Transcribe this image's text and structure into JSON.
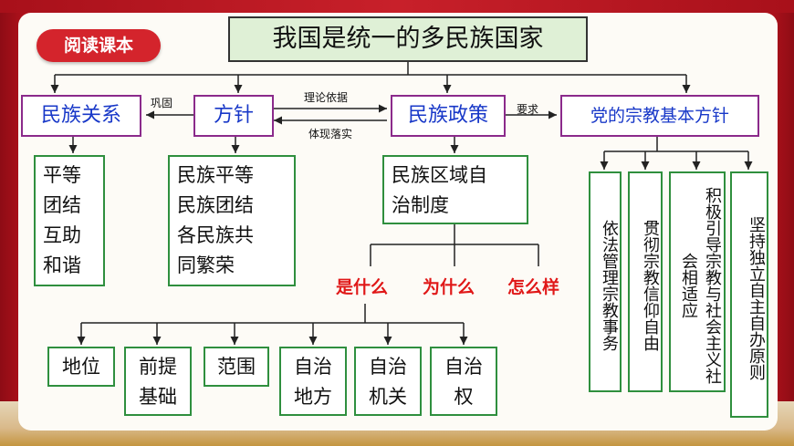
{
  "badge": "阅读课本",
  "title": "我国是统一的多民族国家",
  "heads": {
    "relation": "民族关系",
    "principle": "方针",
    "policy": "民族政策",
    "religion": "党的宗教基本方针"
  },
  "labels": {
    "consolidate": "巩固",
    "theory": "理论依据",
    "embody": "体现落实",
    "require": "要求"
  },
  "relation_items": [
    "平等",
    "团结",
    "互助",
    "和谐"
  ],
  "principle_items": [
    "民族平等",
    "民族团结",
    "各民族共",
    "同繁荣"
  ],
  "policy_items": [
    "民族区域自",
    "治制度"
  ],
  "questions": [
    "是什么",
    "为什么",
    "怎么样"
  ],
  "bottom_boxes": [
    [
      "地位"
    ],
    [
      "前提",
      "基础"
    ],
    [
      "范围"
    ],
    [
      "自治",
      "地方"
    ],
    [
      "自治",
      "机关"
    ],
    [
      "自治",
      "权"
    ]
  ],
  "religion_cols": [
    "依法管理宗教事务",
    "贯彻宗教信仰自由",
    "积极引导宗教与社会主义社会相适应",
    "坚持独立自主自办原则"
  ]
}
